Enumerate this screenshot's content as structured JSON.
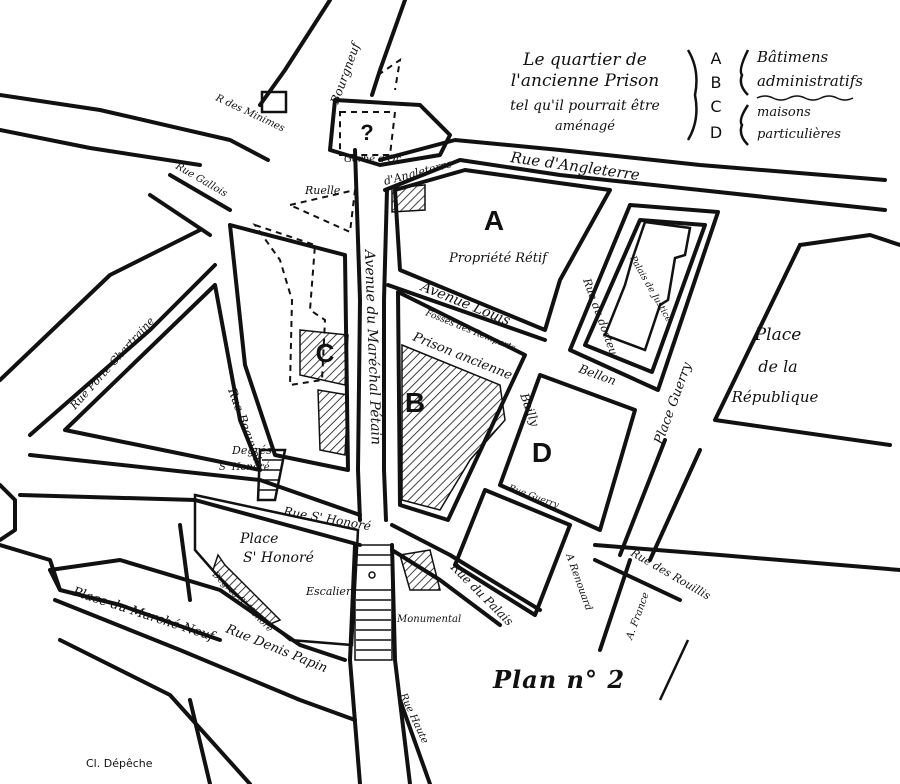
{
  "legend": {
    "title_line1": "Le quartier de",
    "title_line2": "l'ancienne Prison",
    "title_line3": "tel qu'il pourrait être",
    "title_line4": "aménagé",
    "letters": [
      "A",
      "B",
      "C",
      "D"
    ],
    "group1_line1": "Bâtimens",
    "group1_line2": "administratifs",
    "group2_line1": "maisons",
    "group2_line2": "particulières"
  },
  "streets": {
    "bourgneuf": "Bourgneuf",
    "minimes": "R des Minimes",
    "gallois": "Rue Gallois",
    "ruelle": "Ruelle",
    "gerbe": "Gerbe d'Or",
    "angleterre_short": "d'Angleterre",
    "angleterre": "Rue d'Angleterre",
    "porte_chartraine": "Rue Porte Chartraine",
    "avenue_marechal": "Avenue du Maréchal Pétain",
    "avenue_louis": "Avenue Louis",
    "fosses": "Fossés des Remparts",
    "prison": "Prison ancienne",
    "docteur": "Rue du docteur",
    "bellon": "Bellon",
    "bailly": "Bailly",
    "beauvoir": "Rue Beauvoir",
    "degres1": "Degrés",
    "degres2": "S' Honoré",
    "rue_st_honore": "Rue S' Honoré",
    "place_st_honore1": "Place",
    "place_st_honore2": "S' Honoré",
    "degres_st_honore": "Degrés S' Honoré",
    "escalier": "Escalier",
    "monumental": "Monumental",
    "marche_neuf": "Place du Marché Neuf",
    "denis_papin": "Rue Denis Papin",
    "rue_du_palais": "Rue du Palais",
    "rue_haute": "Rue Haute",
    "guerry_small": "Rue Guerry",
    "a_renouard": "A Renouard",
    "place_guerry": "Place Guerry",
    "rouillis": "Rue des Rouillis",
    "a_france": "A. France",
    "palais_justice": "Palais de Justice",
    "place_rep1": "Place",
    "place_rep2": "de la",
    "place_rep3": "République"
  },
  "areas": {
    "a_letter": "A",
    "a_label": "Propriété Rétif",
    "b_letter": "B",
    "c_letter": "C",
    "d_letter": "D",
    "question": "?"
  },
  "plan_label": "Plan n° 2",
  "credit": "Cl. Dépêche"
}
